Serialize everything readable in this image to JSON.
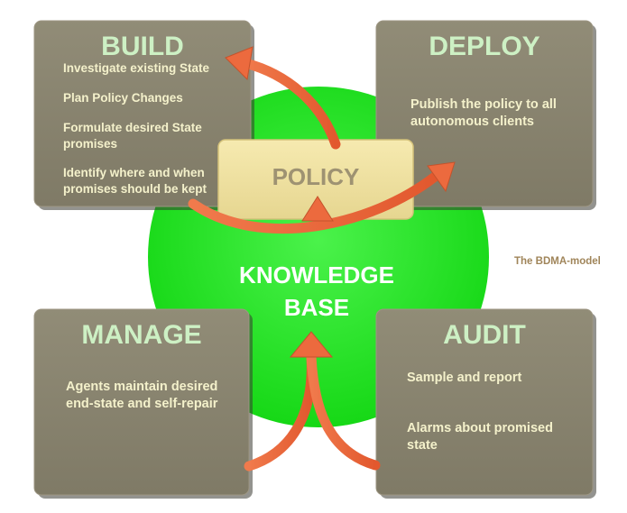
{
  "knowledge_base": {
    "line1": "KNOWLEDGE",
    "line2": "BASE"
  },
  "policy": {
    "label": "POLICY"
  },
  "build": {
    "title": "BUILD",
    "items": [
      [
        "Investigate existing State"
      ],
      [
        "Plan Policy Changes"
      ],
      [
        "Formulate desired State",
        "promises"
      ],
      [
        "Identify where and when",
        "promises should be kept"
      ]
    ]
  },
  "deploy": {
    "title": "DEPLOY",
    "items": [
      [
        "Publish the policy to all",
        "autonomous clients"
      ]
    ]
  },
  "manage": {
    "title": "MANAGE",
    "items": [
      [
        "Agents maintain desired",
        "end-state and self-repair"
      ]
    ]
  },
  "audit": {
    "title": "AUDIT",
    "items": [
      [
        "Sample and report"
      ],
      [
        "Alarms about promised",
        "state"
      ]
    ]
  },
  "caption": "The BDMA-model",
  "colors": {
    "circle": "#22e622",
    "box_fill": "#8a8571",
    "title_text": "#cdf0c4",
    "body_text": "#f4f1cb",
    "policy_fill": "#f1e6a2",
    "arrow": "#ec6a3e",
    "caption": "#a0855a"
  }
}
